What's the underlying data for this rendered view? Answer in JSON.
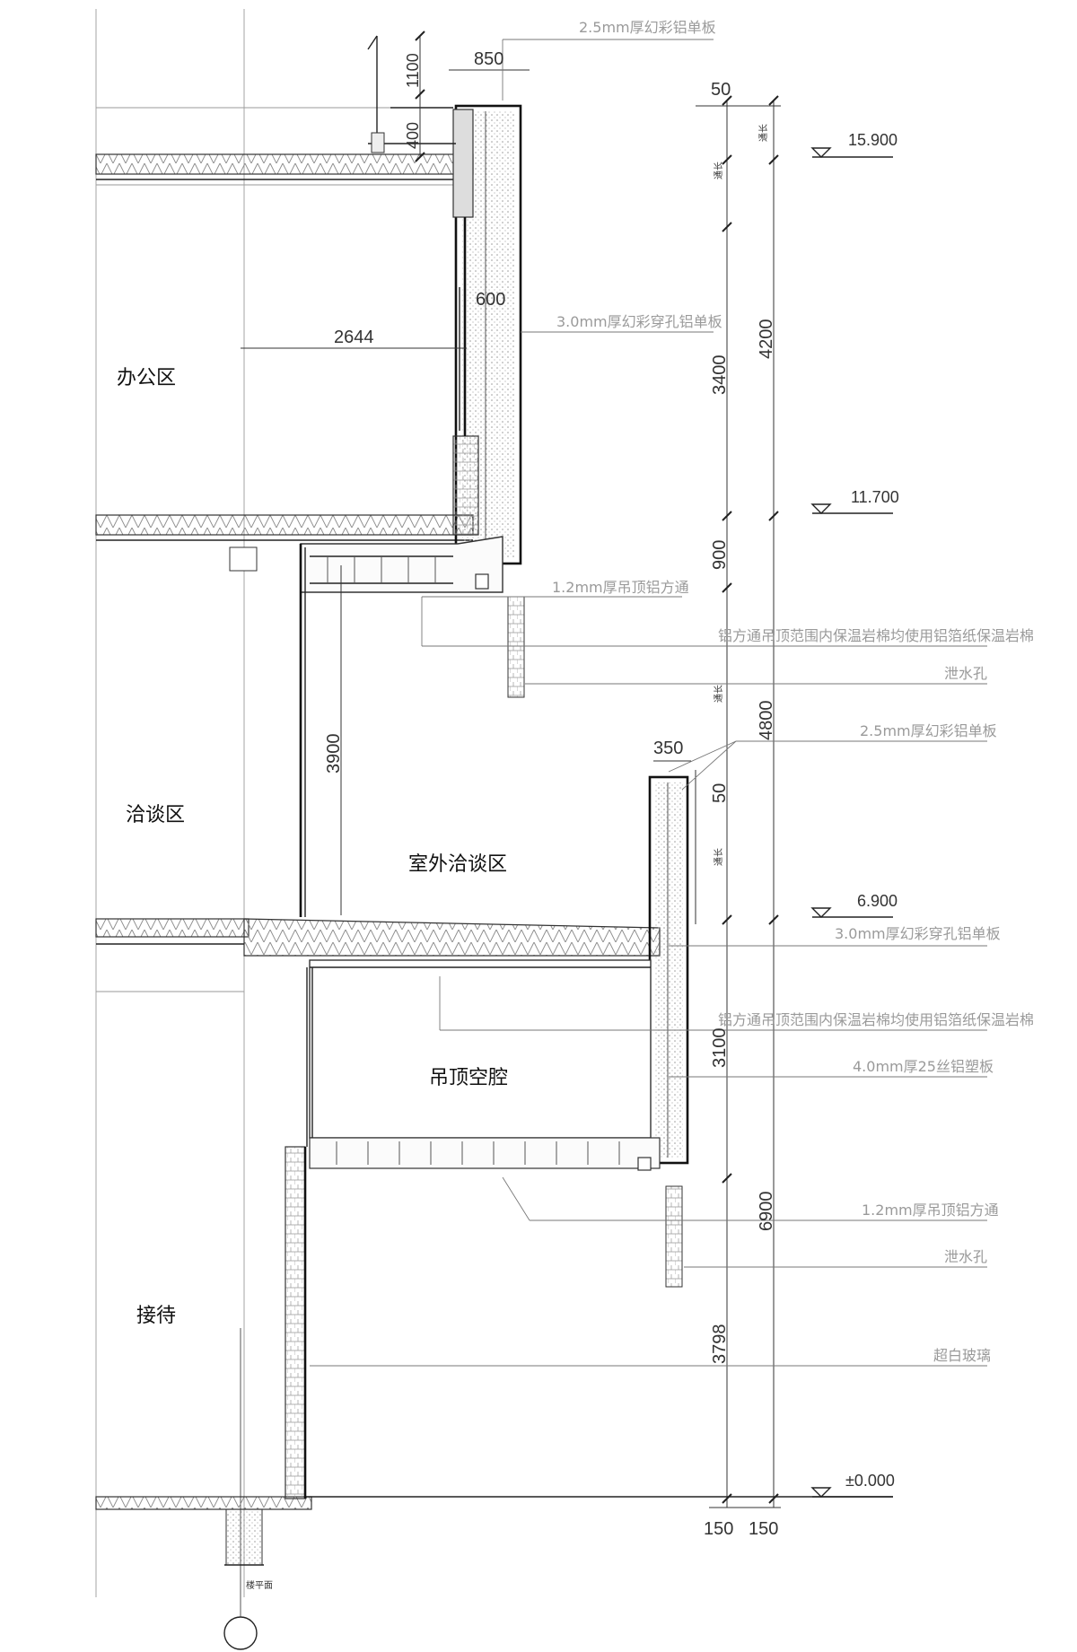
{
  "rooms": {
    "office": "办公区",
    "meeting": "洽谈区",
    "outdoor_meeting": "室外洽谈区",
    "ceiling_cavity": "吊顶空腔",
    "reception": "接待"
  },
  "elevations": {
    "e15900": "15.900",
    "e11700": "11.700",
    "e6900": "6.900",
    "e0000": "±0.000"
  },
  "dimensions": {
    "d850": "850",
    "d1100": "1100",
    "d400": "400",
    "d50_top": "50",
    "d600": "600",
    "d2644": "2644",
    "d3400": "3400",
    "d4200": "4200",
    "d900": "900",
    "d4800": "4800",
    "d3900": "3900",
    "d350": "350",
    "d50_mid": "50",
    "d3100": "3100",
    "d6900": "6900",
    "d3798": "3798",
    "d150_a": "150",
    "d150_b": "150"
  },
  "annotations": {
    "note1": "2.5mm厚幻彩铝单板",
    "note2": "3.0mm厚幻彩穿孔铝单板",
    "note3": "1.2mm厚吊顶铝方通",
    "note4": "铝方通吊顶范围内保温岩棉均使用铝箔纸保温岩棉",
    "note5": "泄水孔",
    "note6": "2.5mm厚幻彩铝单板",
    "note7": "3.0mm厚幻彩穿孔铝单板",
    "note8": "铝方通吊顶范围内保温岩棉均使用铝箔纸保温岩棉",
    "note9": "4.0mm厚25丝铝塑板",
    "note10": "1.2mm厚吊顶铝方通",
    "note11": "泄水孔",
    "note12": "超白玻璃",
    "floor_label": "楼平面",
    "v1": "通长",
    "v2": "通长",
    "v3": "通长",
    "v4": "通长"
  }
}
